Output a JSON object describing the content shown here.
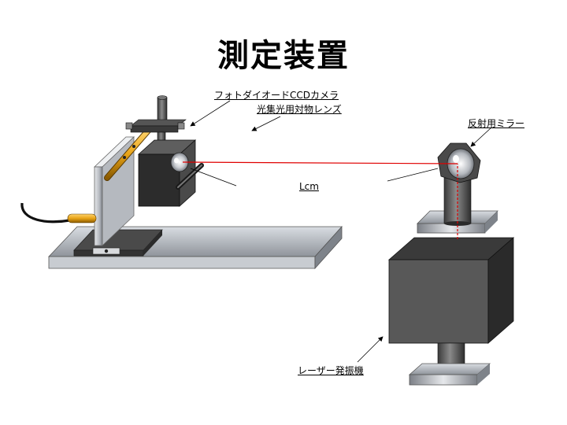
{
  "title": "測定装置",
  "labels": {
    "camera": "フォトダイオードCCDカメラ",
    "lens": "光集光用対物レンズ",
    "mirror": "反射用ミラー",
    "distance": "Lcm",
    "laser": "レーザー発振機"
  },
  "colors": {
    "beam": "#e00000",
    "brass": "#e8a317",
    "body_dark": "#555555",
    "plate": "#a9aeb5"
  }
}
